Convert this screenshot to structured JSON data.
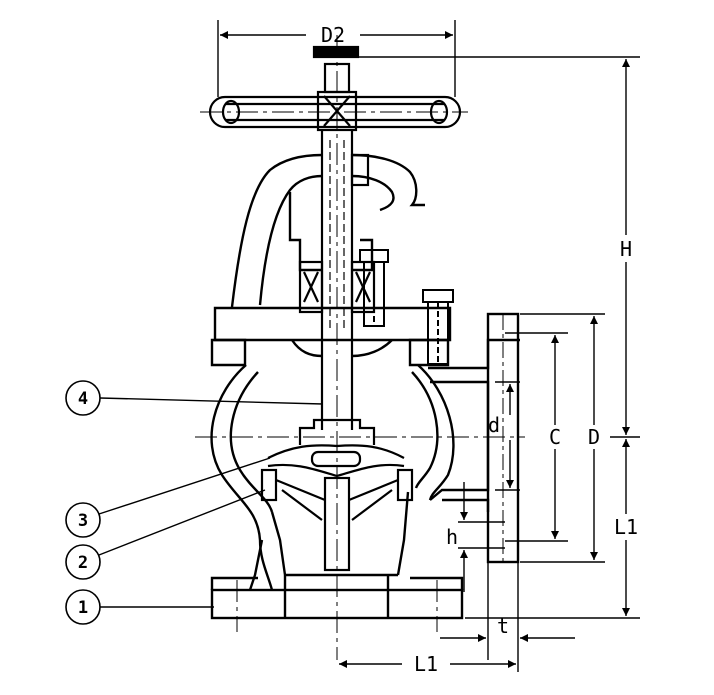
{
  "dimensions": {
    "D2": "D2",
    "H": "H",
    "D": "D",
    "C": "C",
    "d": "d",
    "L1_vertical": "L1",
    "L1_horizontal": "L1",
    "h": "h",
    "t": "t"
  },
  "part_tags": [
    "4",
    "3",
    "2",
    "1"
  ],
  "colors": {
    "line": "#000000",
    "background": "#ffffff"
  }
}
